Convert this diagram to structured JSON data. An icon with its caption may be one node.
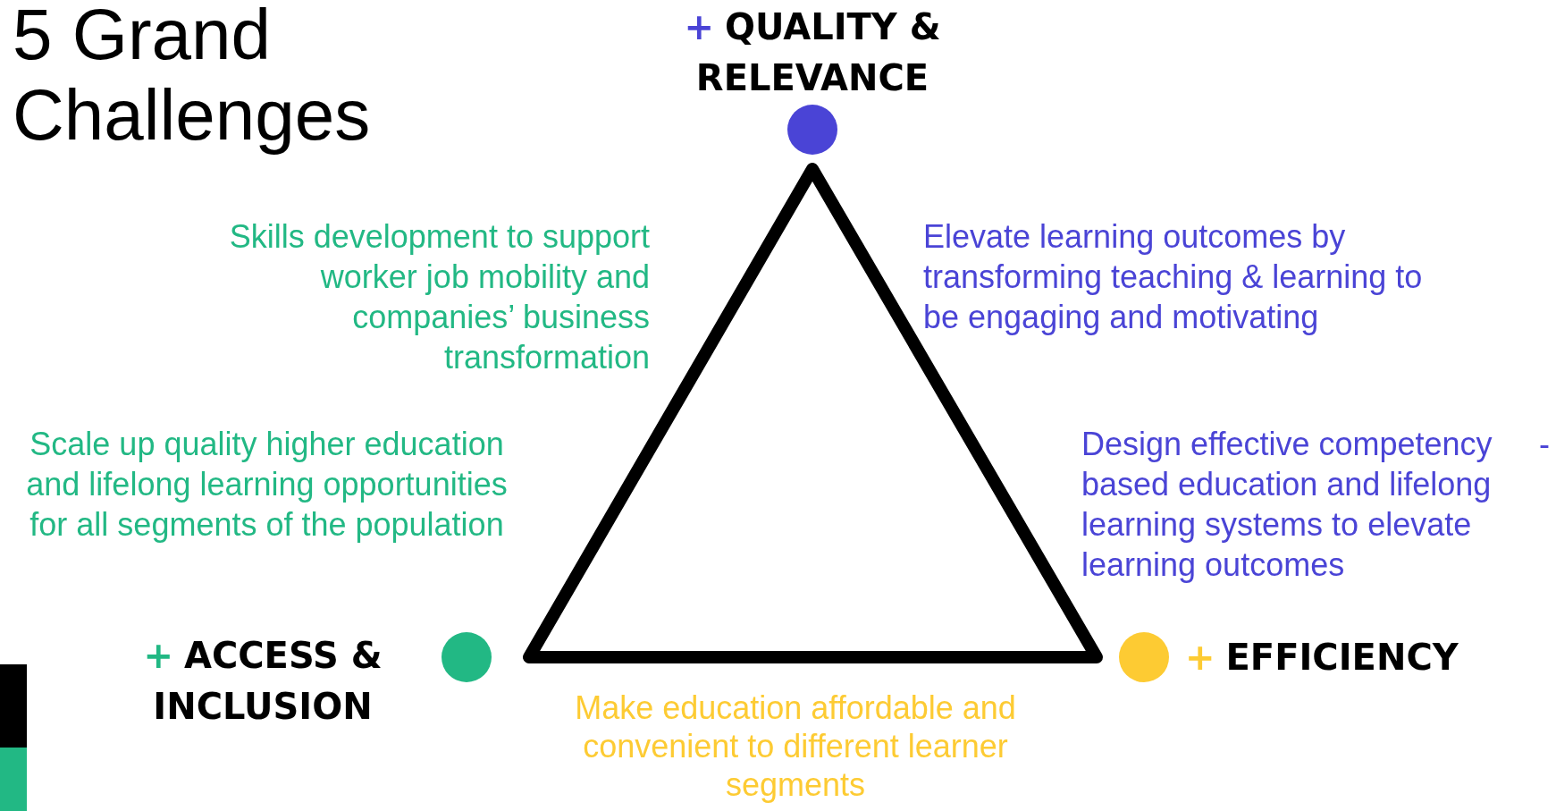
{
  "diagram": {
    "title": "5 Grand Challenges",
    "nodes": [
      {
        "text": [],
        "shape": "circle",
        "beside": [
          "+",
          "QUALITY & RELEVANCE"
        ]
      },
      {
        "text": [],
        "shape": "circle",
        "beside": [
          "+",
          "ACCESS & INCLUSION"
        ]
      },
      {
        "text": [],
        "shape": "circle",
        "beside": [
          "+",
          "EFFICIENCY"
        ]
      }
    ],
    "edges": [],
    "labels": [
      "Skills development to support worker job mobility and companies’ business transformation",
      "Elevate learning outcomes by transforming teaching & learning to be engaging and motivating",
      "Scale up quality higher education and lifelong learning opportunities for all segments of the population",
      "Design effective competency based education and lifelong learning systems to elevate learning outcomes",
      "-",
      "Make education affordable and convenient to different learner segments"
    ]
  }
}
